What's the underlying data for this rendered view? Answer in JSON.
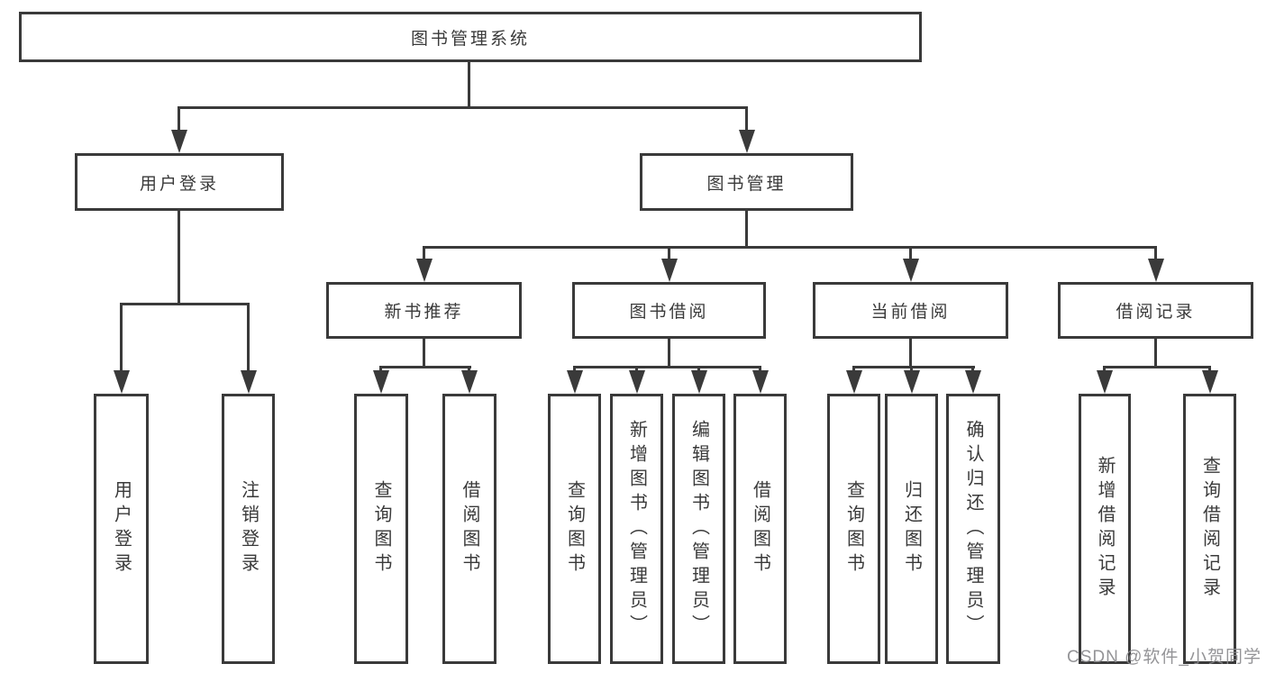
{
  "root": {
    "label": "图书管理系统"
  },
  "level2": {
    "user_login": "用户登录",
    "book_management": "图书管理"
  },
  "level3": {
    "new_book_recommend": "新书推荐",
    "book_borrow": "图书借阅",
    "current_borrow": "当前借阅",
    "borrow_records": "借阅记录"
  },
  "leaves": {
    "user_login": "用户登录",
    "logout": "注销登录",
    "nb_query_books": "查询图书",
    "nb_borrow_books": "借阅图书",
    "bb_query_books": "查询图书",
    "bb_add_books_admin": "新增图书（管理员）",
    "bb_edit_books_admin": "编辑图书（管理员）",
    "bb_borrow_books": "借阅图书",
    "cb_query_books": "查询图书",
    "cb_return_books": "归还图书",
    "cb_confirm_return_admin": "确认归还（管理员）",
    "br_add_record": "新增借阅记录",
    "br_query_record": "查询借阅记录"
  },
  "watermark": "CSDN @软件_小贺同学",
  "colors": {
    "line": "#3a3a3a",
    "text": "#3a3a3a",
    "background": "#ffffff",
    "watermark": "#8b8b8e"
  }
}
